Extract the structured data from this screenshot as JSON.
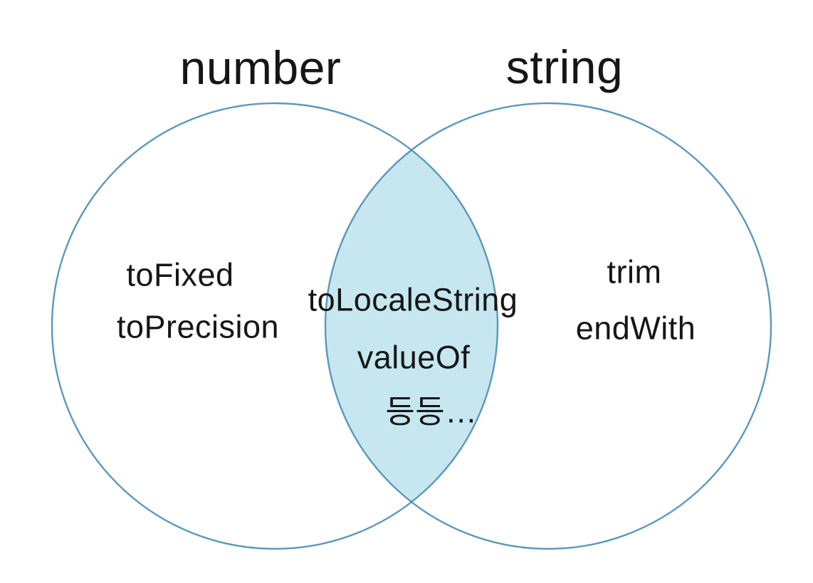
{
  "diagram": {
    "type": "venn",
    "colors": {
      "background": "#ffffff",
      "circle_stroke": "#4a8db5",
      "intersection_fill": "#c7e7f0",
      "text": "#161616"
    },
    "left_set": {
      "title": "number",
      "items": [
        "toFixed",
        "toPrecision"
      ]
    },
    "right_set": {
      "title": "string",
      "items": [
        "trim",
        "endWith"
      ]
    },
    "intersection": {
      "items": [
        "toLocaleString",
        "valueOf",
        "등등…"
      ]
    }
  }
}
